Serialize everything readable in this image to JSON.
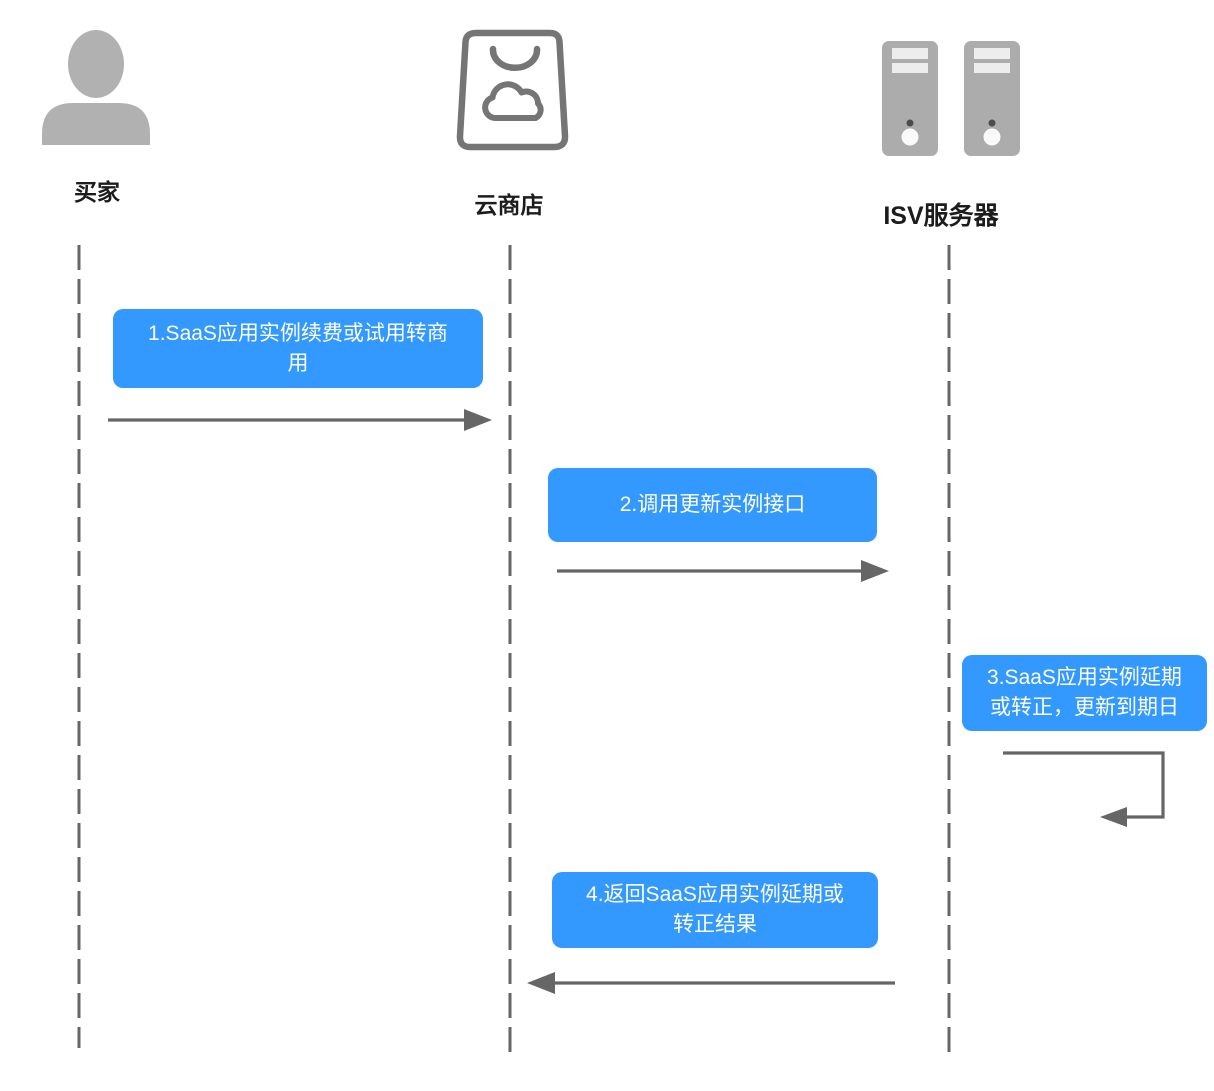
{
  "diagram": {
    "actors": [
      {
        "name": "买家",
        "icon": "person-icon"
      },
      {
        "name": "云商店",
        "icon": "shopping-bag-cloud-icon"
      },
      {
        "name": "ISV服务器",
        "icon": "server-towers-icon"
      }
    ],
    "messages": [
      {
        "seq": "1",
        "label": "1.SaaS应用实例续费或试用转商用",
        "from": "买家",
        "to": "云商店",
        "direction": "right"
      },
      {
        "seq": "2",
        "label": "2.调用更新实例接口",
        "from": "云商店",
        "to": "ISV服务器",
        "direction": "right"
      },
      {
        "seq": "3",
        "label": "3.SaaS应用实例延期或转正，更新到期日",
        "from": "ISV服务器",
        "to": "ISV服务器",
        "direction": "self-loop"
      },
      {
        "seq": "4",
        "label": "4.返回SaaS应用实例延期或转正结果",
        "from": "ISV服务器",
        "to": "云商店",
        "direction": "left"
      }
    ],
    "colors": {
      "message_fill": "#3499FE",
      "message_text": "#FFFFFF",
      "line": "#666666",
      "icon_gray": "#AFAFAF",
      "label_text": "#1C1C1C"
    }
  }
}
